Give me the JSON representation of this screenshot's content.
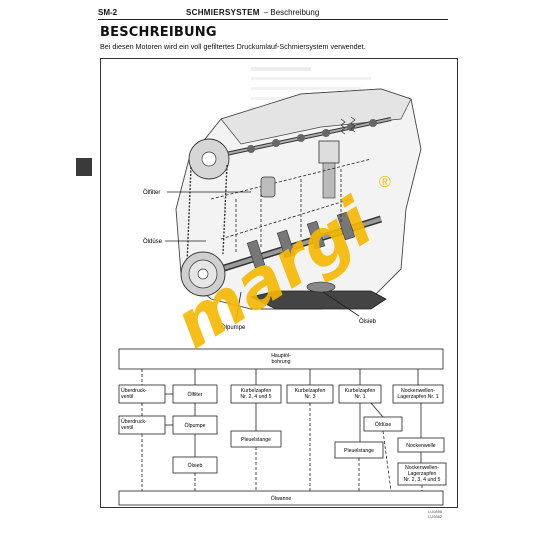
{
  "header": {
    "page_code": "SM-2",
    "section": "SCHMIERSYSTEM",
    "subsection": "– Beschreibung"
  },
  "title": "BESCHREIBUNG",
  "subtitle": "Bei diesen Motoren wird ein voll gefiltertes Druckumlauf-Schmiersystem verwendet.",
  "engine_labels": {
    "oelfilter": "Ölfilter",
    "oelduese": "Öldüse",
    "oelpumpe": "Ölpumpe",
    "oelsieb": "Ölsieb"
  },
  "flow": {
    "hauptoelbohrung": "Hauptöl-\nbohrung",
    "ueberdruckventil_1": "Überdruck-\nventil",
    "oelfilter": "Ölfilter",
    "ueberdruckventil_2": "Überdruck-\nventil",
    "oelpumpe": "Ölpumpe",
    "oelsieb": "Ölsieb",
    "kurbelzapfen_245": "Kurbelzapfen\nNr. 2, 4 und 5",
    "pleuelstange_1": "Pleuelstange",
    "kurbelzapfen_3": "Kurbelzapfen\nNr. 3",
    "kurbelzapfen_1": "Kurbelzapfen\nNr. 1",
    "oelduese": "Öldüse",
    "pleuelstange_2": "Pleuelstange",
    "nockenwellen_lager_1": "Nockenwellen-\nLagerzapfen Nr. 1",
    "nockenwelle": "Nockenwelle",
    "nockenwellen_lager_2345": "Nockenwellen-\nLagerzapfen\nNr. 2, 3, 4 und 5",
    "oelwanne": "Ölwanne"
  },
  "figure_codes": [
    "LU0898",
    "LU0882"
  ],
  "watermark": {
    "text": "margi",
    "mark": "®",
    "color": "#f5b800"
  }
}
